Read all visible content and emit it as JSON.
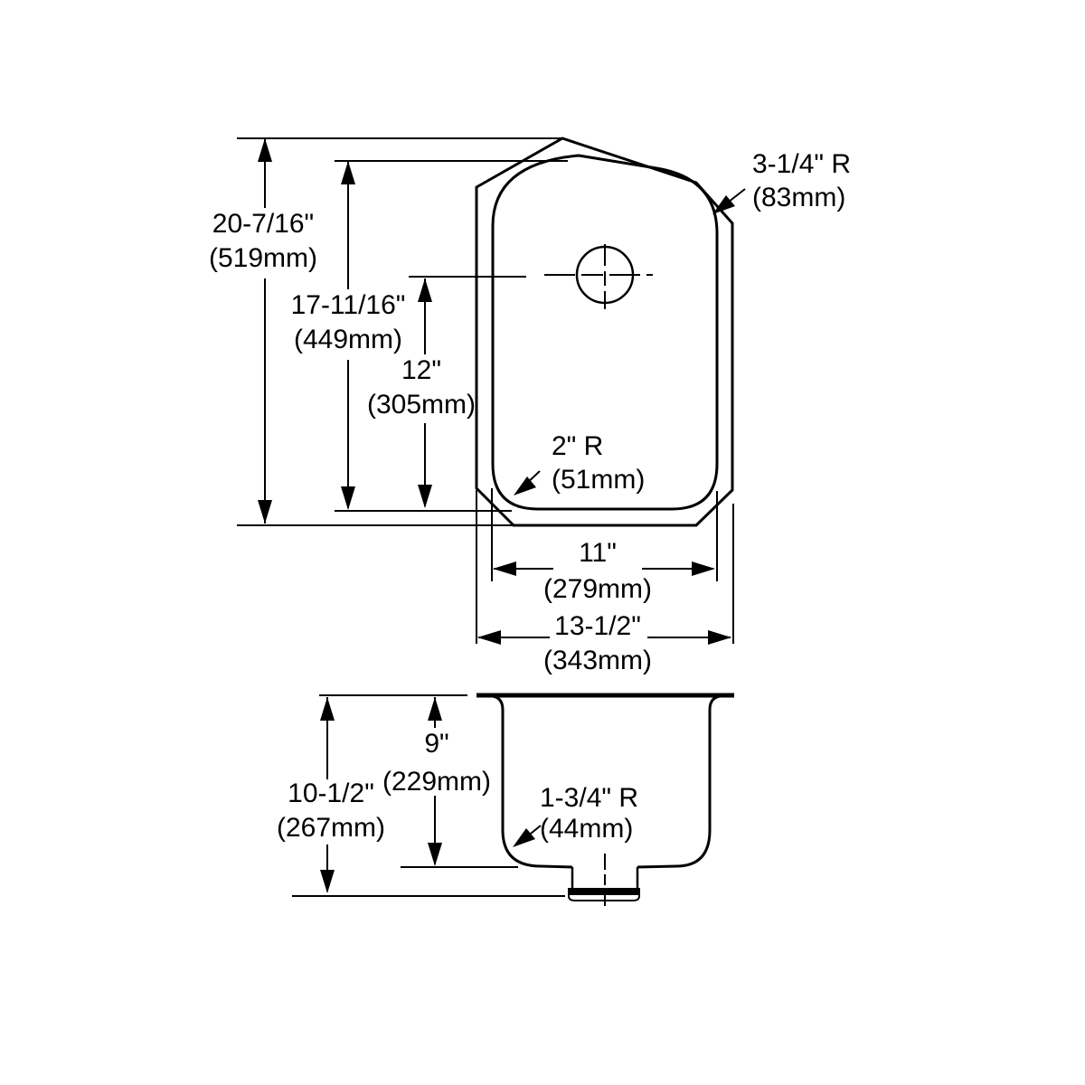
{
  "colors": {
    "line": "#000000",
    "background": "#ffffff"
  },
  "labels": {
    "overall_length": {
      "in": "20-7/16\"",
      "mm": "(519mm)"
    },
    "bowl_length": {
      "in": "17-11/16\"",
      "mm": "(449mm)"
    },
    "faucet_offset": {
      "in": "12\"",
      "mm": "(305mm)"
    },
    "bowl_width": {
      "in": "11\"",
      "mm": "(279mm)"
    },
    "overall_width": {
      "in": "13-1/2\"",
      "mm": "(343mm)"
    },
    "corner_radius_large": {
      "in": "3-1/4\" R",
      "mm": "(83mm)"
    },
    "corner_radius_small": {
      "in": "2\" R",
      "mm": "(51mm)"
    },
    "bowl_depth": {
      "in": "9\"",
      "mm": "(229mm)"
    },
    "overall_depth": {
      "in": "10-1/2\"",
      "mm": "(267mm)"
    },
    "bottom_radius": {
      "in": "1-3/4\" R",
      "mm": "(44mm)"
    }
  }
}
